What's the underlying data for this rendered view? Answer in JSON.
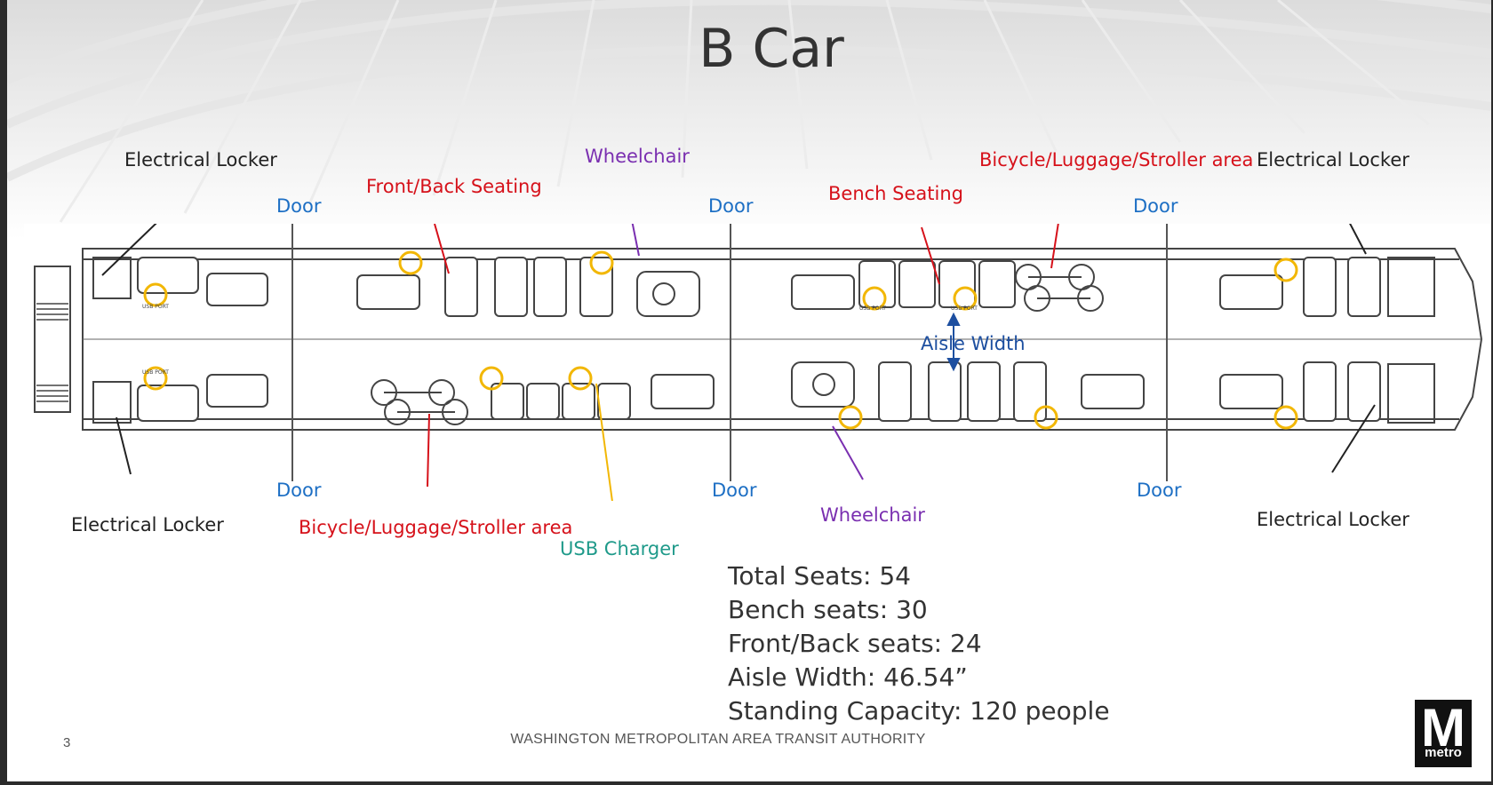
{
  "slide": {
    "title": "B Car",
    "page_number": "3",
    "footer": "WASHINGTON METROPOLITAN AREA TRANSIT AUTHORITY"
  },
  "labels": {
    "electrical_locker_top_left": "Electrical Locker",
    "electrical_locker_top_right": "Electrical Locker",
    "electrical_locker_bottom_left": "Electrical Locker",
    "electrical_locker_bottom_right": "Electrical Locker",
    "front_back_seating": "Front/Back Seating",
    "bench_seating": "Bench Seating",
    "wheelchair_top": "Wheelchair",
    "wheelchair_bottom": "Wheelchair",
    "bike_area_top": "Bicycle/Luggage/Stroller area",
    "bike_area_bottom": "Bicycle/Luggage/Stroller area",
    "usb_charger": "USB Charger",
    "aisle_width": "Aisle Width",
    "doors": [
      "Door",
      "Door",
      "Door",
      "Door",
      "Door",
      "Door"
    ],
    "usb_port_tag": "USB PORT"
  },
  "stats": [
    "Total Seats: 54",
    "Bench seats: 30",
    "Front/Back seats: 24",
    "Aisle Width: 46.54”",
    "Standing Capacity: 120 people"
  ],
  "logo": {
    "mark": "M",
    "wordmark": "metro"
  },
  "colors": {
    "label_red": "#d6111a",
    "label_purple": "#7a2fb0",
    "label_blue": "#1d6fc4",
    "label_teal": "#1f9a8a",
    "usb_circle": "#f2b705",
    "aisle_arrow": "#1d4fa0"
  }
}
